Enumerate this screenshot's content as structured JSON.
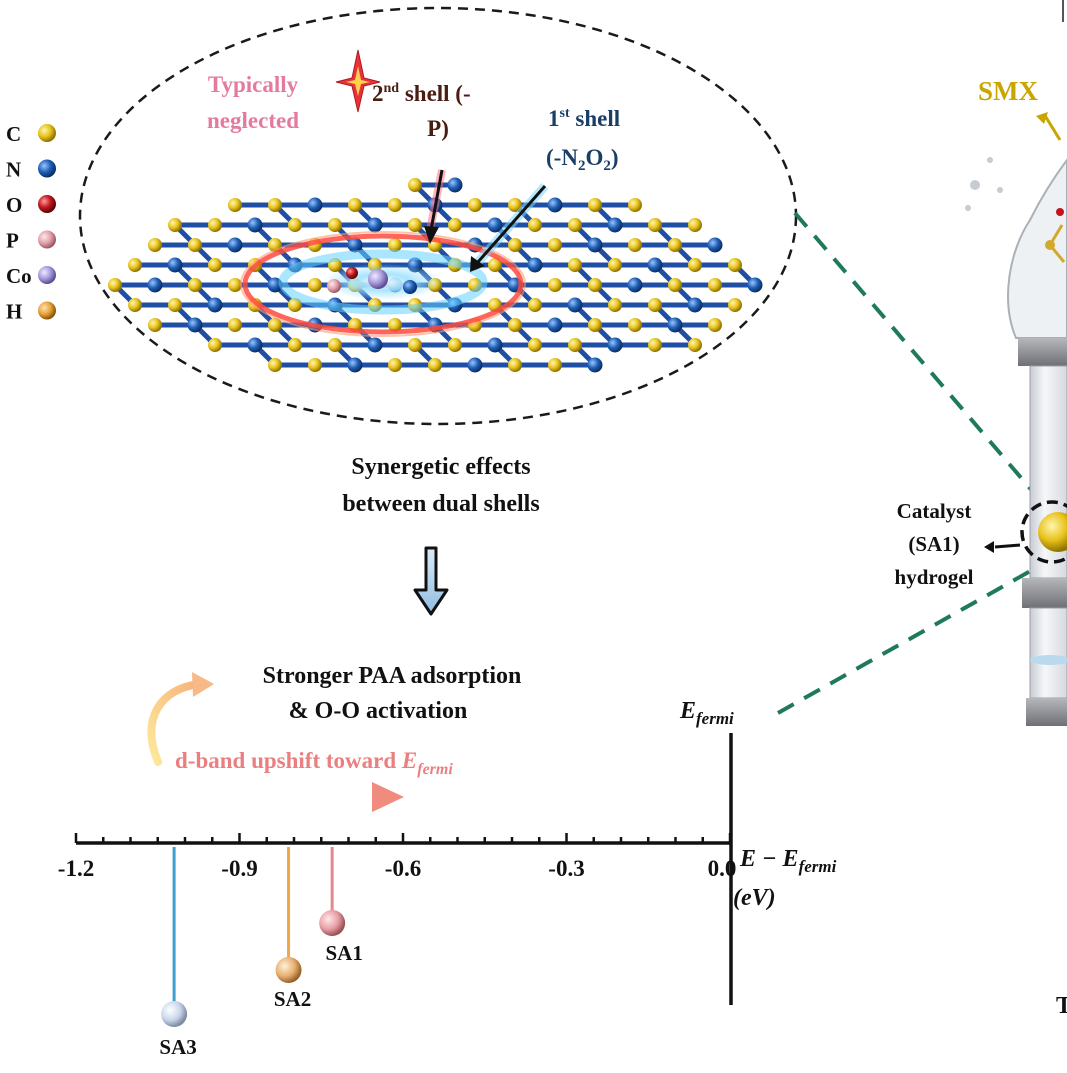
{
  "legend": {
    "items": [
      {
        "symbol": "C",
        "color": "#e8c21c"
      },
      {
        "symbol": "N",
        "color": "#1f5fb5"
      },
      {
        "symbol": "O",
        "color": "#c0161b"
      },
      {
        "symbol": "P",
        "color": "#e3a3ab"
      },
      {
        "symbol": "Co",
        "color": "#a99bdc"
      },
      {
        "symbol": "H",
        "color": "#e9a23d"
      }
    ]
  },
  "shell_labels": {
    "neglected_line1": "Typically",
    "neglected_line2": "neglected",
    "second_shell_ordinal": "2",
    "second_shell_superscript": "nd",
    "second_shell_text": " shell (-",
    "second_shell_line2": "P)",
    "first_shell_ordinal": "1",
    "first_shell_superscript": "st",
    "first_shell_text": " shell",
    "first_shell_line2_prefix": "(-N",
    "first_shell_sub1": "2",
    "first_shell_mid": "O",
    "first_shell_sub2": "2",
    "first_shell_close": ")"
  },
  "synergy": {
    "line1": "Synergetic effects",
    "line2": "between dual shells"
  },
  "effects": {
    "line1": "Stronger PAA adsorption",
    "line2": "& O-O activation",
    "dband_prefix": "d-band upshift toward ",
    "efermi_E": "E",
    "efermi_sub": "fermi"
  },
  "axis": {
    "tick_labels": [
      "-1.2",
      "-0.9",
      "-0.6",
      "-0.3",
      "0.0"
    ],
    "efermi_E": "E",
    "efermi_sub": "fermi",
    "label_prefix": "E − E",
    "label_sub": "fermi",
    "unit": "(eV)"
  },
  "chart_data": {
    "type": "scatter",
    "xlabel": "E − E_fermi (eV)",
    "xlim": [
      -1.2,
      0.0
    ],
    "ticks": [
      -1.2,
      -0.9,
      -0.6,
      -0.3,
      0.0
    ],
    "series": [
      {
        "name": "SA1",
        "x": -0.73,
        "color": "#e58a8c"
      },
      {
        "name": "SA2",
        "x": -0.81,
        "color": "#f0a748"
      },
      {
        "name": "SA3",
        "x": -1.02,
        "color": "#3f9fd0"
      }
    ]
  },
  "reactor": {
    "smx_label": "SMX",
    "catalyst_line1": "Catalyst",
    "catalyst_line2": "(SA1)",
    "catalyst_line3": "hydrogel",
    "edge_letter": "T"
  }
}
